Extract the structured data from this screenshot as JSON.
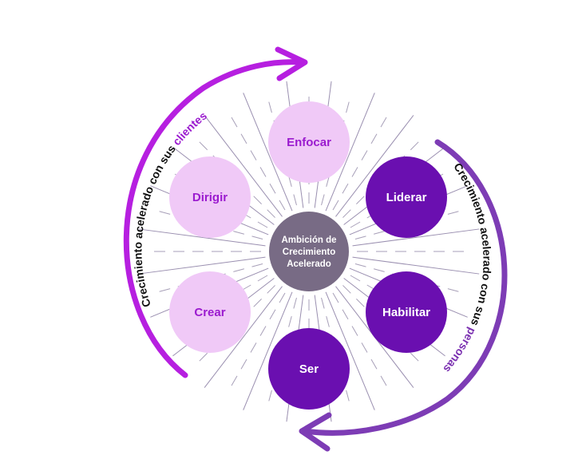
{
  "center": {
    "lines": [
      "Ambición de",
      "Crecimiento",
      "Acelerado"
    ],
    "color": "#786b85"
  },
  "nodes": [
    {
      "id": "enfocar",
      "label": "Enfocar",
      "fill": "#f0c9f7",
      "text_color": "#9b1bcf"
    },
    {
      "id": "liderar",
      "label": "Liderar",
      "fill": "#6a0fb0",
      "text_color": "#ffffff"
    },
    {
      "id": "habilitar",
      "label": "Habilitar",
      "fill": "#6a0fb0",
      "text_color": "#ffffff"
    },
    {
      "id": "ser",
      "label": "Ser",
      "fill": "#6a0fb0",
      "text_color": "#ffffff"
    },
    {
      "id": "crear",
      "label": "Crear",
      "fill": "#f0c9f7",
      "text_color": "#9b1bcf"
    },
    {
      "id": "dirigir",
      "label": "Dirigir",
      "fill": "#f0c9f7",
      "text_color": "#9b1bcf"
    }
  ],
  "left_arc": {
    "prefix": "Crecimiento acelerado con sus ",
    "highlight": "clientes",
    "arrow_color": "#b61fe0",
    "highlight_color": "#9b1bcf"
  },
  "right_arc": {
    "prefix": "Crecimiento acelerado con sus ",
    "highlight": "personas",
    "arrow_color": "#7d3cb5",
    "highlight_color": "#7a2fb0"
  },
  "colors": {
    "spoke": "#9a8fb0",
    "dash": "#a79fb8"
  }
}
